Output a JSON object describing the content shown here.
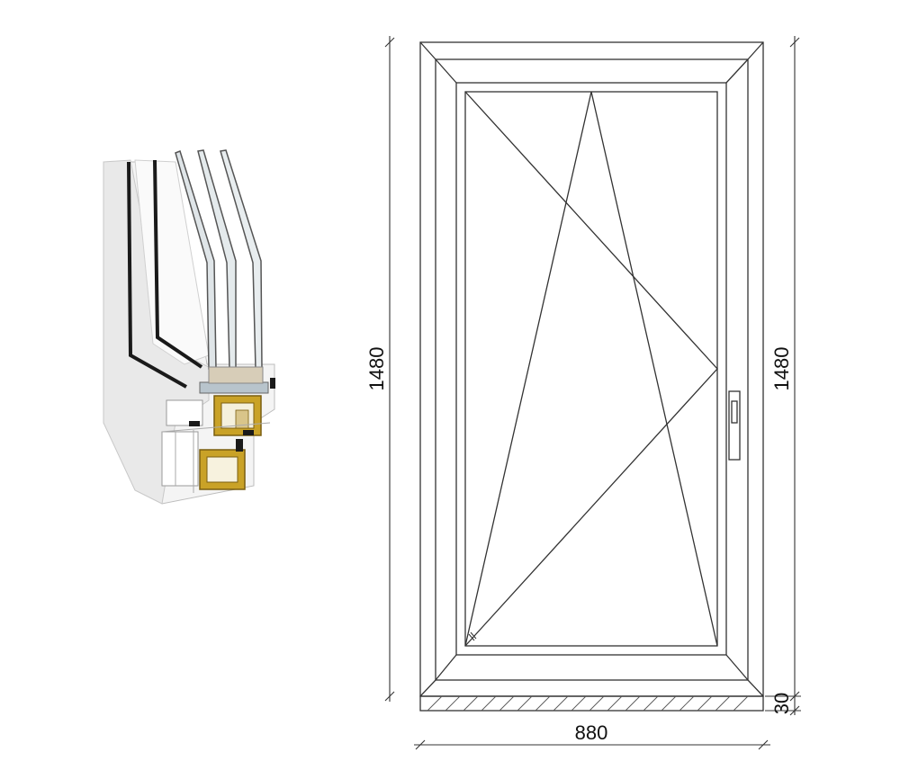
{
  "dimensions": {
    "height_left": "1480",
    "height_right": "1480",
    "width": "880",
    "sill": "30"
  },
  "colors": {
    "line": "#333333",
    "profile_white": "#f2f2f2",
    "reinforcement": "#c9a227",
    "gasket": "#1a1a1a",
    "glass": "#bfc8cc"
  },
  "icons": {
    "profile_section": "window-profile-cross-section-icon",
    "handle": "window-handle-icon"
  }
}
